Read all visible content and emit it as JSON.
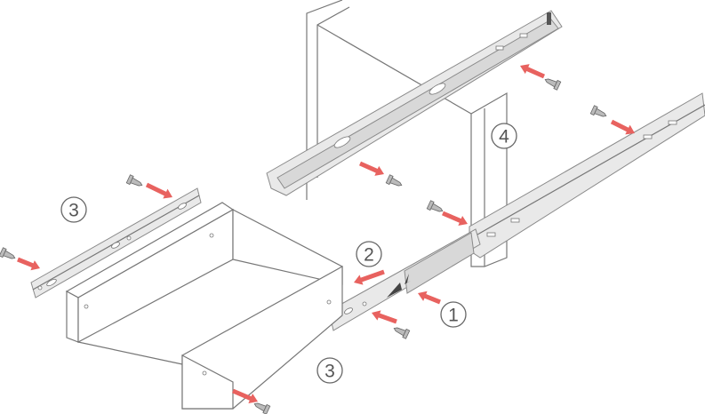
{
  "diagram": {
    "steps": [
      {
        "id": "step-1",
        "label": "1"
      },
      {
        "id": "step-2",
        "label": "2"
      },
      {
        "id": "step-3-rail",
        "label": "3"
      },
      {
        "id": "step-3-drawer",
        "label": "3"
      },
      {
        "id": "step-4",
        "label": "4"
      }
    ],
    "colors": {
      "arrow": "#e8625f",
      "rail": "#e9e9e9",
      "outline": "#777777"
    }
  }
}
